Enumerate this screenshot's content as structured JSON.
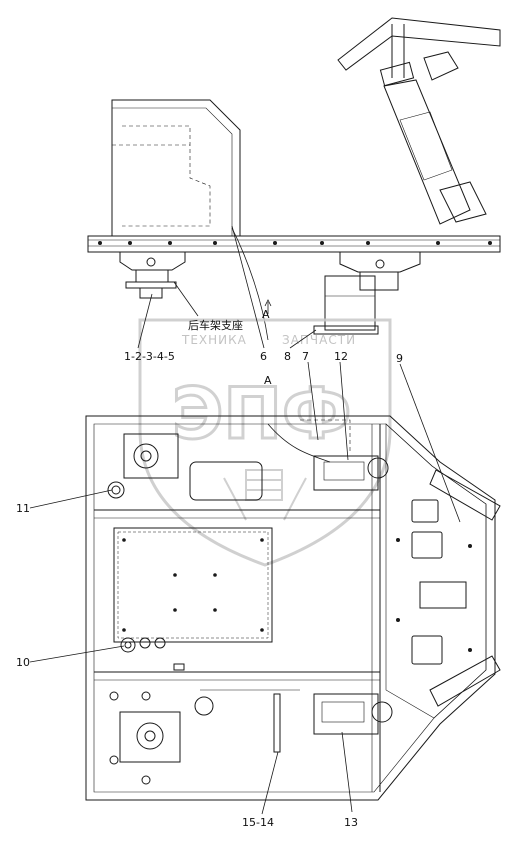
{
  "labels": {
    "part_1_5": "1-2-3-4-5",
    "part_6": "6",
    "part_7": "7",
    "part_8": "8",
    "part_9": "9",
    "part_10": "10",
    "part_11": "11",
    "part_12": "12",
    "part_13": "13",
    "part_15_14": "15-14",
    "rear_frame_support": "后车架支座",
    "view_a_top": "A",
    "view_a_bottom": "A"
  },
  "watermark": {
    "line1_left": "ТЕХНИКА",
    "line1_right": "ЗАПЧАСТИ",
    "logo": "ЭПФ"
  },
  "colors": {
    "line": "#1a1a1a",
    "watermark": "#c4c4c4"
  }
}
